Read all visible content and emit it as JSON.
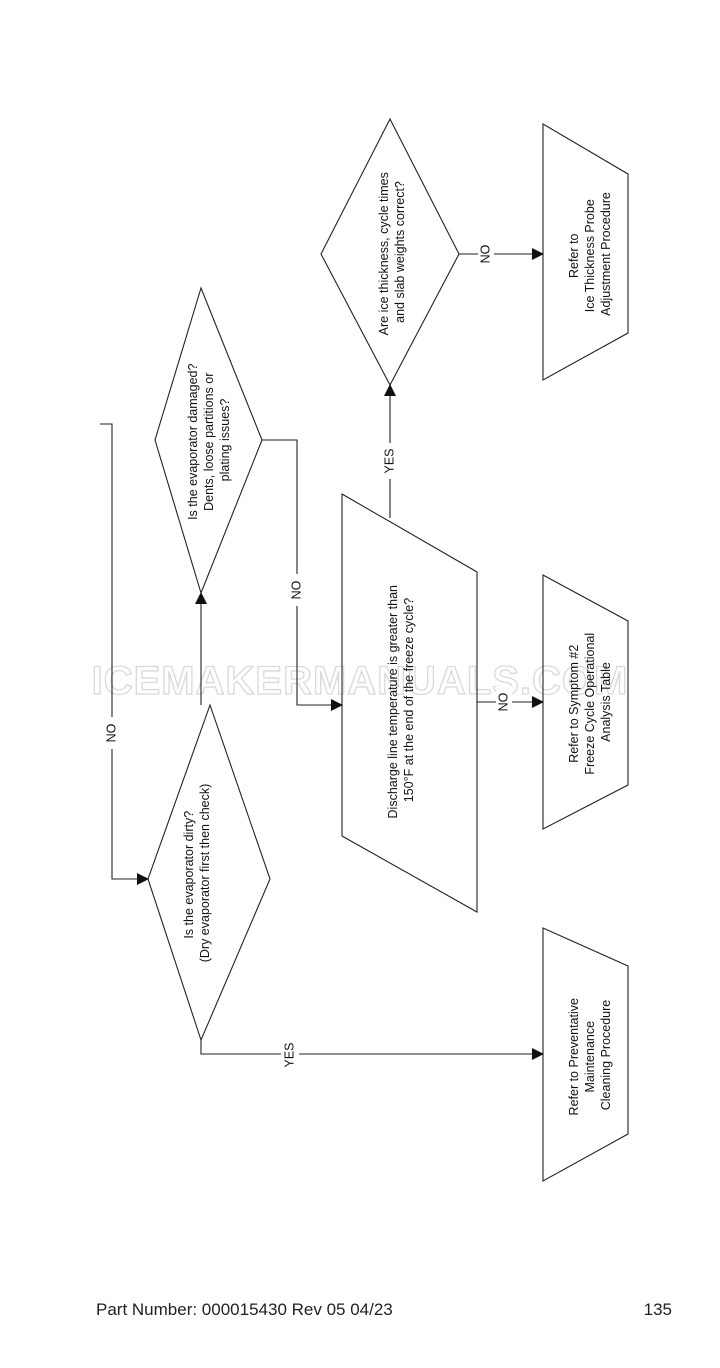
{
  "watermark": "ICEMAKERMANUALS.COM",
  "nodes": {
    "evap_dirty": [
      "Is the evaporator dirty?",
      "(Dry evaporator first then check)"
    ],
    "evap_damaged": [
      "Is the evaporator damaged?",
      "Dents, loose partitions or",
      "plating issues?"
    ],
    "discharge_temp": [
      "Discharge line temperature is greater than",
      "150°F at the end of the freeze cycle?"
    ],
    "ice_thickness": [
      "Are ice thickness, cycle times",
      "and slab weights correct?"
    ],
    "preventative": [
      "Refer to Preventative",
      "Maintenance",
      "Cleaning Procedure"
    ],
    "symptom2": [
      "Refer to Symptom #2",
      "Freeze Cycle Operational",
      "Analysis Table"
    ],
    "probe": [
      "Refer to",
      "Ice Thickness Probe",
      "Adjustment Procedure"
    ]
  },
  "labels": {
    "no_loop": "NO",
    "yes_preventative": "YES",
    "no_damaged": "NO",
    "no_symptom": "NO",
    "yes_ice": "YES",
    "no_probe": "NO"
  },
  "footer": {
    "part_number": "Part Number: 000015430 Rev 05 04/23",
    "page_number": "135"
  }
}
